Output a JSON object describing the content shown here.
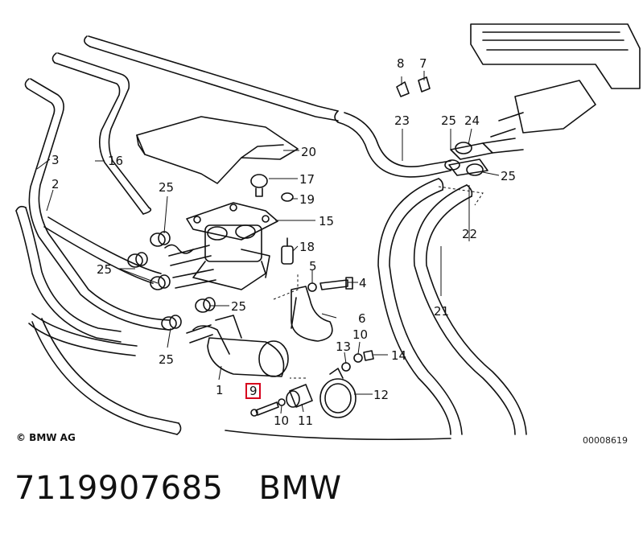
{
  "callouts": {
    "c1": "1",
    "c2": "2",
    "c3": "3",
    "c4": "4",
    "c5": "5",
    "c6": "6",
    "c7": "7",
    "c8": "8",
    "c9": "9",
    "c10a": "10",
    "c10b": "10",
    "c11": "11",
    "c12": "12",
    "c13": "13",
    "c14": "14",
    "c15": "15",
    "c16": "16",
    "c17": "17",
    "c18": "18",
    "c19": "19",
    "c20": "20",
    "c21": "21",
    "c22": "22",
    "c23": "23",
    "c24": "24",
    "c25a": "25",
    "c25b": "25",
    "c25c": "25",
    "c25d": "25",
    "c25e": "25",
    "c25f": "25"
  },
  "highlighted_callout": "9",
  "copyright": "© BMW AG",
  "diagram_ref": "00008619",
  "part_number": "7119907685",
  "brand": "BMW",
  "colors": {
    "line": "#111111",
    "highlight": "#d6001c",
    "background": "#ffffff"
  }
}
